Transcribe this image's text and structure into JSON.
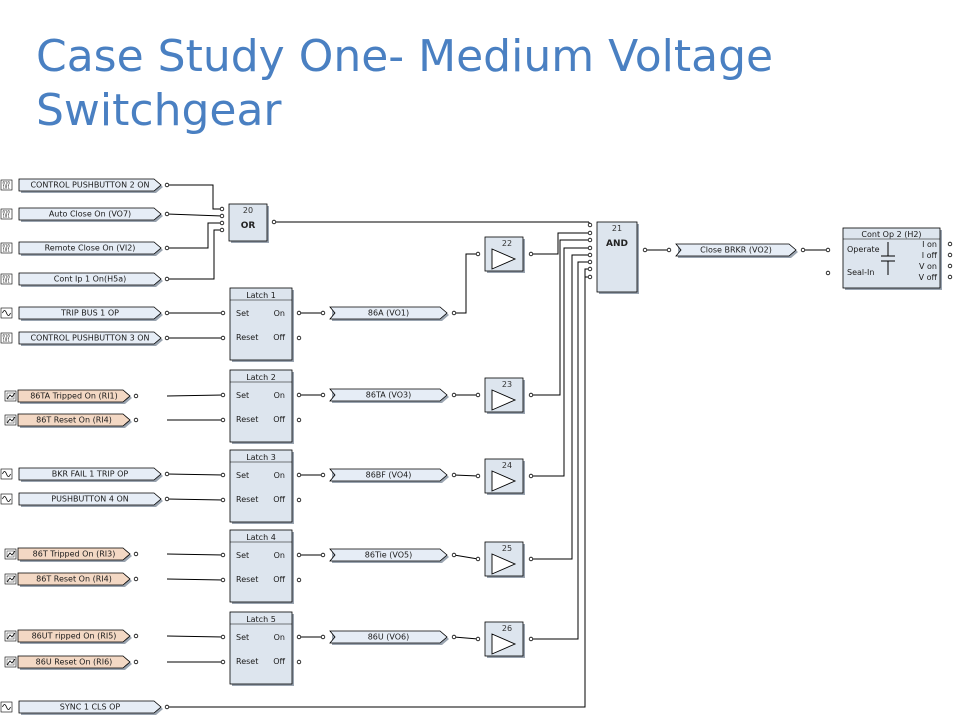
{
  "title": "Case Study One- Medium Voltage Switchgear",
  "colors": {
    "title": "#4a80c2",
    "operand_fill": "#e6edf6",
    "input_fill": "#f3d8c4",
    "block_fill": "#dde5ee",
    "wire": "#000000"
  },
  "inputs": [
    {
      "label": "CONTROL PUSHBUTTON 2 ON",
      "icon": "digital-icon",
      "type": "operand"
    },
    {
      "label": "Auto Close On (VO7)",
      "icon": "digital-icon",
      "type": "operand"
    },
    {
      "label": "Remote Close On (VI2)",
      "icon": "digital-icon",
      "type": "operand"
    },
    {
      "label": "Cont Ip 1 On(H5a)",
      "icon": "digital-icon",
      "type": "operand"
    },
    {
      "label": "TRIP BUS 1 OP",
      "icon": "wave-icon",
      "type": "operand"
    },
    {
      "label": "CONTROL PUSHBUTTON 3 ON",
      "icon": "digital-icon",
      "type": "operand"
    },
    {
      "label": "86TA Tripped On (RI1)",
      "icon": "remote-input-icon",
      "type": "input"
    },
    {
      "label": "86T Reset On (RI4)",
      "icon": "remote-input-icon",
      "type": "input"
    },
    {
      "label": "BKR FAIL 1 TRIP OP",
      "icon": "wave-icon",
      "type": "operand"
    },
    {
      "label": "PUSHBUTTON 4 ON",
      "icon": "wave-icon",
      "type": "operand"
    },
    {
      "label": "86T Tripped On (RI3)",
      "icon": "remote-input-icon",
      "type": "input"
    },
    {
      "label": "86T Reset On (RI4)",
      "icon": "remote-input-icon",
      "type": "input"
    },
    {
      "label": "86UT ripped On (RI5)",
      "icon": "remote-input-icon",
      "type": "input"
    },
    {
      "label": "86U Reset On (RI6)",
      "icon": "remote-input-icon",
      "type": "input"
    },
    {
      "label": "SYNC 1 CLS OP",
      "icon": "wave-icon",
      "type": "operand"
    }
  ],
  "or_gate": {
    "number": "20",
    "name": "OR"
  },
  "and_gate": {
    "number": "21",
    "name": "AND"
  },
  "latches": [
    {
      "title": "Latch 1",
      "set": "Set",
      "reset": "Reset",
      "on": "On",
      "off": "Off"
    },
    {
      "title": "Latch 2",
      "set": "Set",
      "reset": "Reset",
      "on": "On",
      "off": "Off"
    },
    {
      "title": "Latch 3",
      "set": "Set",
      "reset": "Reset",
      "on": "On",
      "off": "Off"
    },
    {
      "title": "Latch 4",
      "set": "Set",
      "reset": "Reset",
      "on": "On",
      "off": "Off"
    },
    {
      "title": "Latch 5",
      "set": "Set",
      "reset": "Reset",
      "on": "On",
      "off": "Off"
    }
  ],
  "virtual_outputs": [
    "86A (VO1)",
    "86TA (VO3)",
    "86BF (VO4)",
    "86Tie (VO5)",
    "86U (VO6)"
  ],
  "not_gates": [
    "22",
    "23",
    "24",
    "25",
    "26"
  ],
  "close_output": "Close BRKR (VO2)",
  "contact_output": {
    "title": "Cont Op 2 (H2)",
    "operate": "Operate",
    "seal_in": "Seal-In",
    "outputs": [
      "I on",
      "I off",
      "V on",
      "V off"
    ]
  }
}
